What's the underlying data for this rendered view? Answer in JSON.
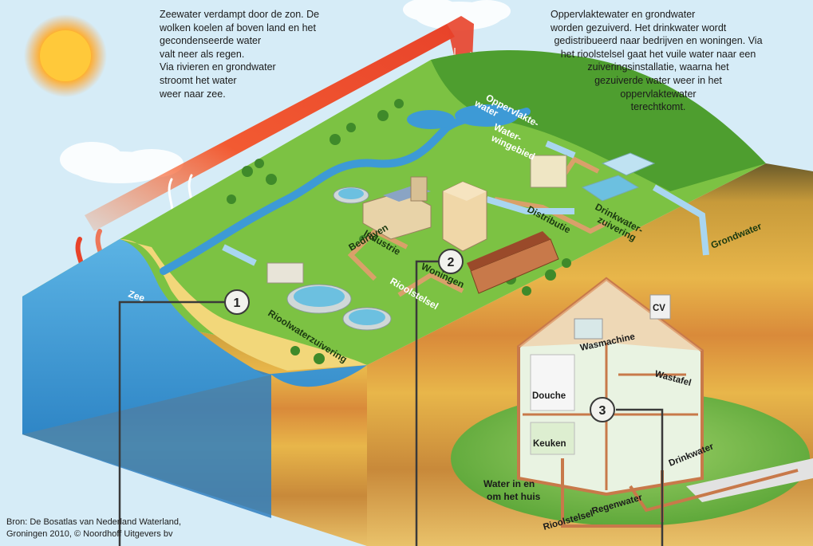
{
  "text_left": [
    "Zeewater verdampt door de zon. De",
    "wolken koelen af boven land en het",
    "gecondenseerde water",
    "valt neer als regen.",
    "Via rivieren en grondwater",
    "stroomt het water",
    "weer naar zee."
  ],
  "text_right": [
    "Oppervlaktewater en grondwater",
    "worden gezuiverd. Het drinkwater wordt",
    "gedistribueerd naar bedrijven en woningen. Via",
    "het rioolstelsel gaat het vuile water naar een",
    "zuiveringsinstallatie, waarna het",
    "gezuiverde water weer in het",
    "oppervlaktewater",
    "terechtkomt."
  ],
  "source": [
    "Bron: De Bosatlas van Nederland Waterland,",
    "Groningen 2010, © Noordhoff Uitgevers bv"
  ],
  "labels": {
    "zee": "Zee",
    "rioolwaterzuivering": "Rioolwaterzuivering",
    "industrie": "Industrie",
    "bedrijven": "Bedrijven",
    "woningen": "Woningen",
    "rioolstelsel": "Rioolstelsel",
    "distributie": "Distributie",
    "drinkwater": "Drinkwater-",
    "zuivering": "zuivering",
    "oppervlakte": "Oppervlakte-",
    "water": "water",
    "water2": "Water-",
    "wingebied": "wingebied",
    "grondwater": "Grondwater",
    "douche": "Douche",
    "keuken": "Keuken",
    "wasmachine": "Wasmachine",
    "wastafel": "Wastafel",
    "cv": "CV",
    "drinkwater_pipe": "Drinkwater",
    "rioolstelsel_pipe": "Rioolstelsel",
    "regenwater": "Regenwater",
    "water_huis_1": "Water in en",
    "water_huis_2": "om het huis"
  },
  "markers": [
    "1",
    "2",
    "3"
  ],
  "colors": {
    "sky": "#d6ecf7",
    "grass": "#7cc243",
    "sea": "#3d9ad6",
    "sand": "#f2d77a",
    "pipe": "#d9a06a",
    "house": "#c8794a"
  }
}
